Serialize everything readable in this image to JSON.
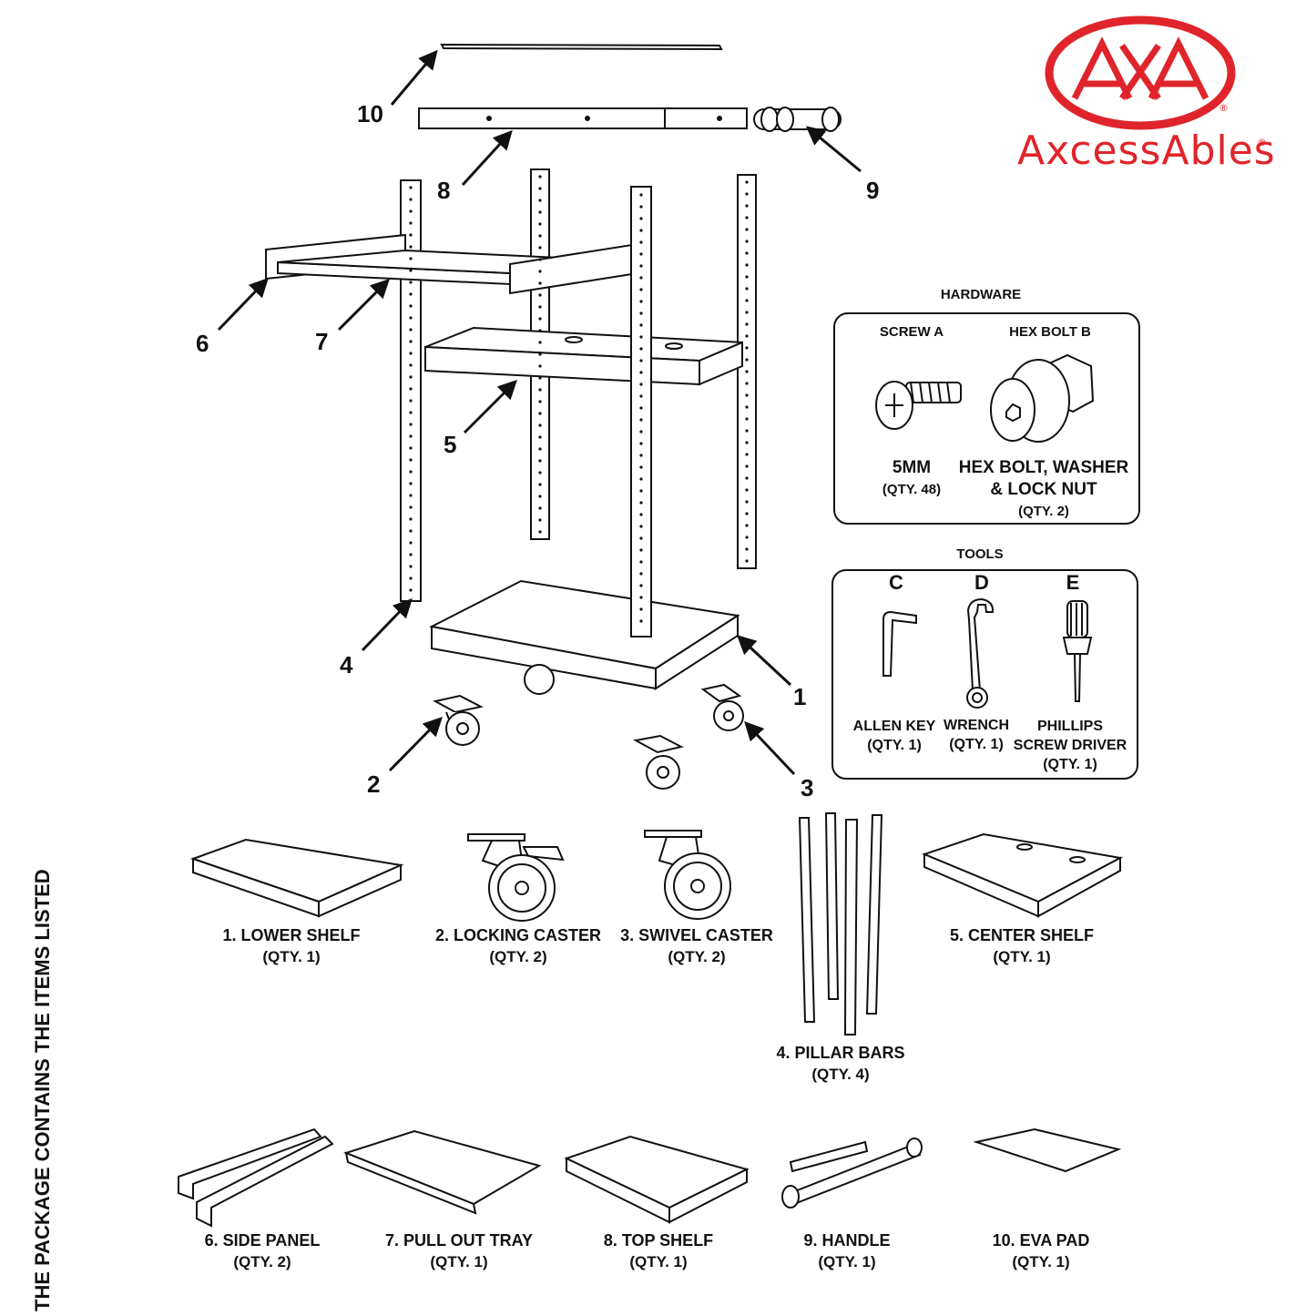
{
  "brand": {
    "logo_text": "AXA",
    "name": "AxcessAbles",
    "registered_mark": "®",
    "color": "#e0242b"
  },
  "side_note": "THE PACKAGE CONTAINS THE ITEMS LISTED",
  "callouts": [
    "1",
    "2",
    "3",
    "4",
    "5",
    "6",
    "7",
    "8",
    "9",
    "10"
  ],
  "hardware": {
    "title": "HARDWARE",
    "screw_a": {
      "label": "SCREW A",
      "size": "5MM",
      "qty": "(QTY. 48)"
    },
    "hex_bolt_b": {
      "label": "HEX BOLT B",
      "desc_line1": "HEX BOLT, WASHER",
      "desc_line2": "& LOCK NUT",
      "qty": "(QTY. 2)"
    }
  },
  "tools": {
    "title": "TOOLS",
    "items": [
      {
        "letter": "C",
        "label": "ALLEN KEY",
        "label2": "",
        "qty": "(QTY. 1)"
      },
      {
        "letter": "D",
        "label": "WRENCH",
        "label2": "",
        "qty": "(QTY. 1)"
      },
      {
        "letter": "E",
        "label": "PHILLIPS",
        "label2": "SCREW DRIVER",
        "qty": "(QTY. 1)"
      }
    ]
  },
  "parts": [
    {
      "name": "1. LOWER SHELF",
      "qty": "(QTY. 1)"
    },
    {
      "name": "2. LOCKING CASTER",
      "qty": "(QTY. 2)"
    },
    {
      "name": "3. SWIVEL CASTER",
      "qty": "(QTY. 2)"
    },
    {
      "name": "4. PILLAR BARS",
      "qty": "(QTY. 4)"
    },
    {
      "name": "5. CENTER SHELF",
      "qty": "(QTY. 1)"
    },
    {
      "name": "6. SIDE PANEL",
      "qty": "(QTY. 2)"
    },
    {
      "name": "7. PULL OUT TRAY",
      "qty": "(QTY. 1)"
    },
    {
      "name": "8. TOP SHELF",
      "qty": "(QTY. 1)"
    },
    {
      "name": "9. HANDLE",
      "qty": "(QTY. 1)"
    },
    {
      "name": "10. EVA PAD",
      "qty": "(QTY. 1)"
    }
  ]
}
